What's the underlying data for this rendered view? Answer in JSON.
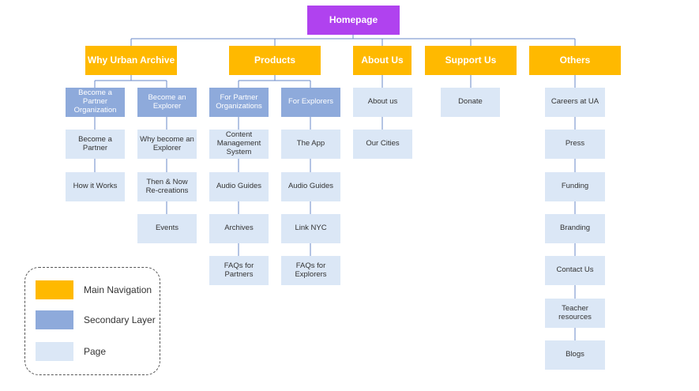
{
  "homepage": "Homepage",
  "sections": [
    {
      "label": "Why Urban Archive",
      "groups": [
        {
          "label": "Become a Partner Organization",
          "pages": [
            "Become a Partner",
            "How it Works"
          ]
        },
        {
          "label": "Become an Explorer",
          "pages": [
            "Why become an Explorer",
            "Then & Now Re-creations",
            "Events"
          ]
        }
      ]
    },
    {
      "label": "Products",
      "groups": [
        {
          "label": "For Partner Organizations",
          "pages": [
            "Content Management System",
            "Audio Guides",
            "Archives",
            "FAQs for Partners"
          ]
        },
        {
          "label": "For Explorers",
          "pages": [
            "The App",
            "Audio Guides",
            "Link NYC",
            "FAQs for Explorers"
          ]
        }
      ]
    },
    {
      "label": "About Us",
      "pages": [
        "About us",
        "Our Cities"
      ]
    },
    {
      "label": "Support Us",
      "pages": [
        "Donate"
      ]
    },
    {
      "label": "Others",
      "pages": [
        "Careers at UA",
        "Press",
        "Funding",
        "Branding",
        "Contact Us",
        "Teacher resources",
        "Blogs"
      ]
    }
  ],
  "legend": {
    "main_navigation": "Main Navigation",
    "secondary_layer": "Secondary Layer",
    "page": "Page"
  },
  "colors": {
    "homepage": "#b042ef",
    "main_navigation": "#ffb900",
    "secondary_layer": "#8eaadb",
    "page": "#dbe7f6",
    "connector": "#6a8ac8"
  }
}
